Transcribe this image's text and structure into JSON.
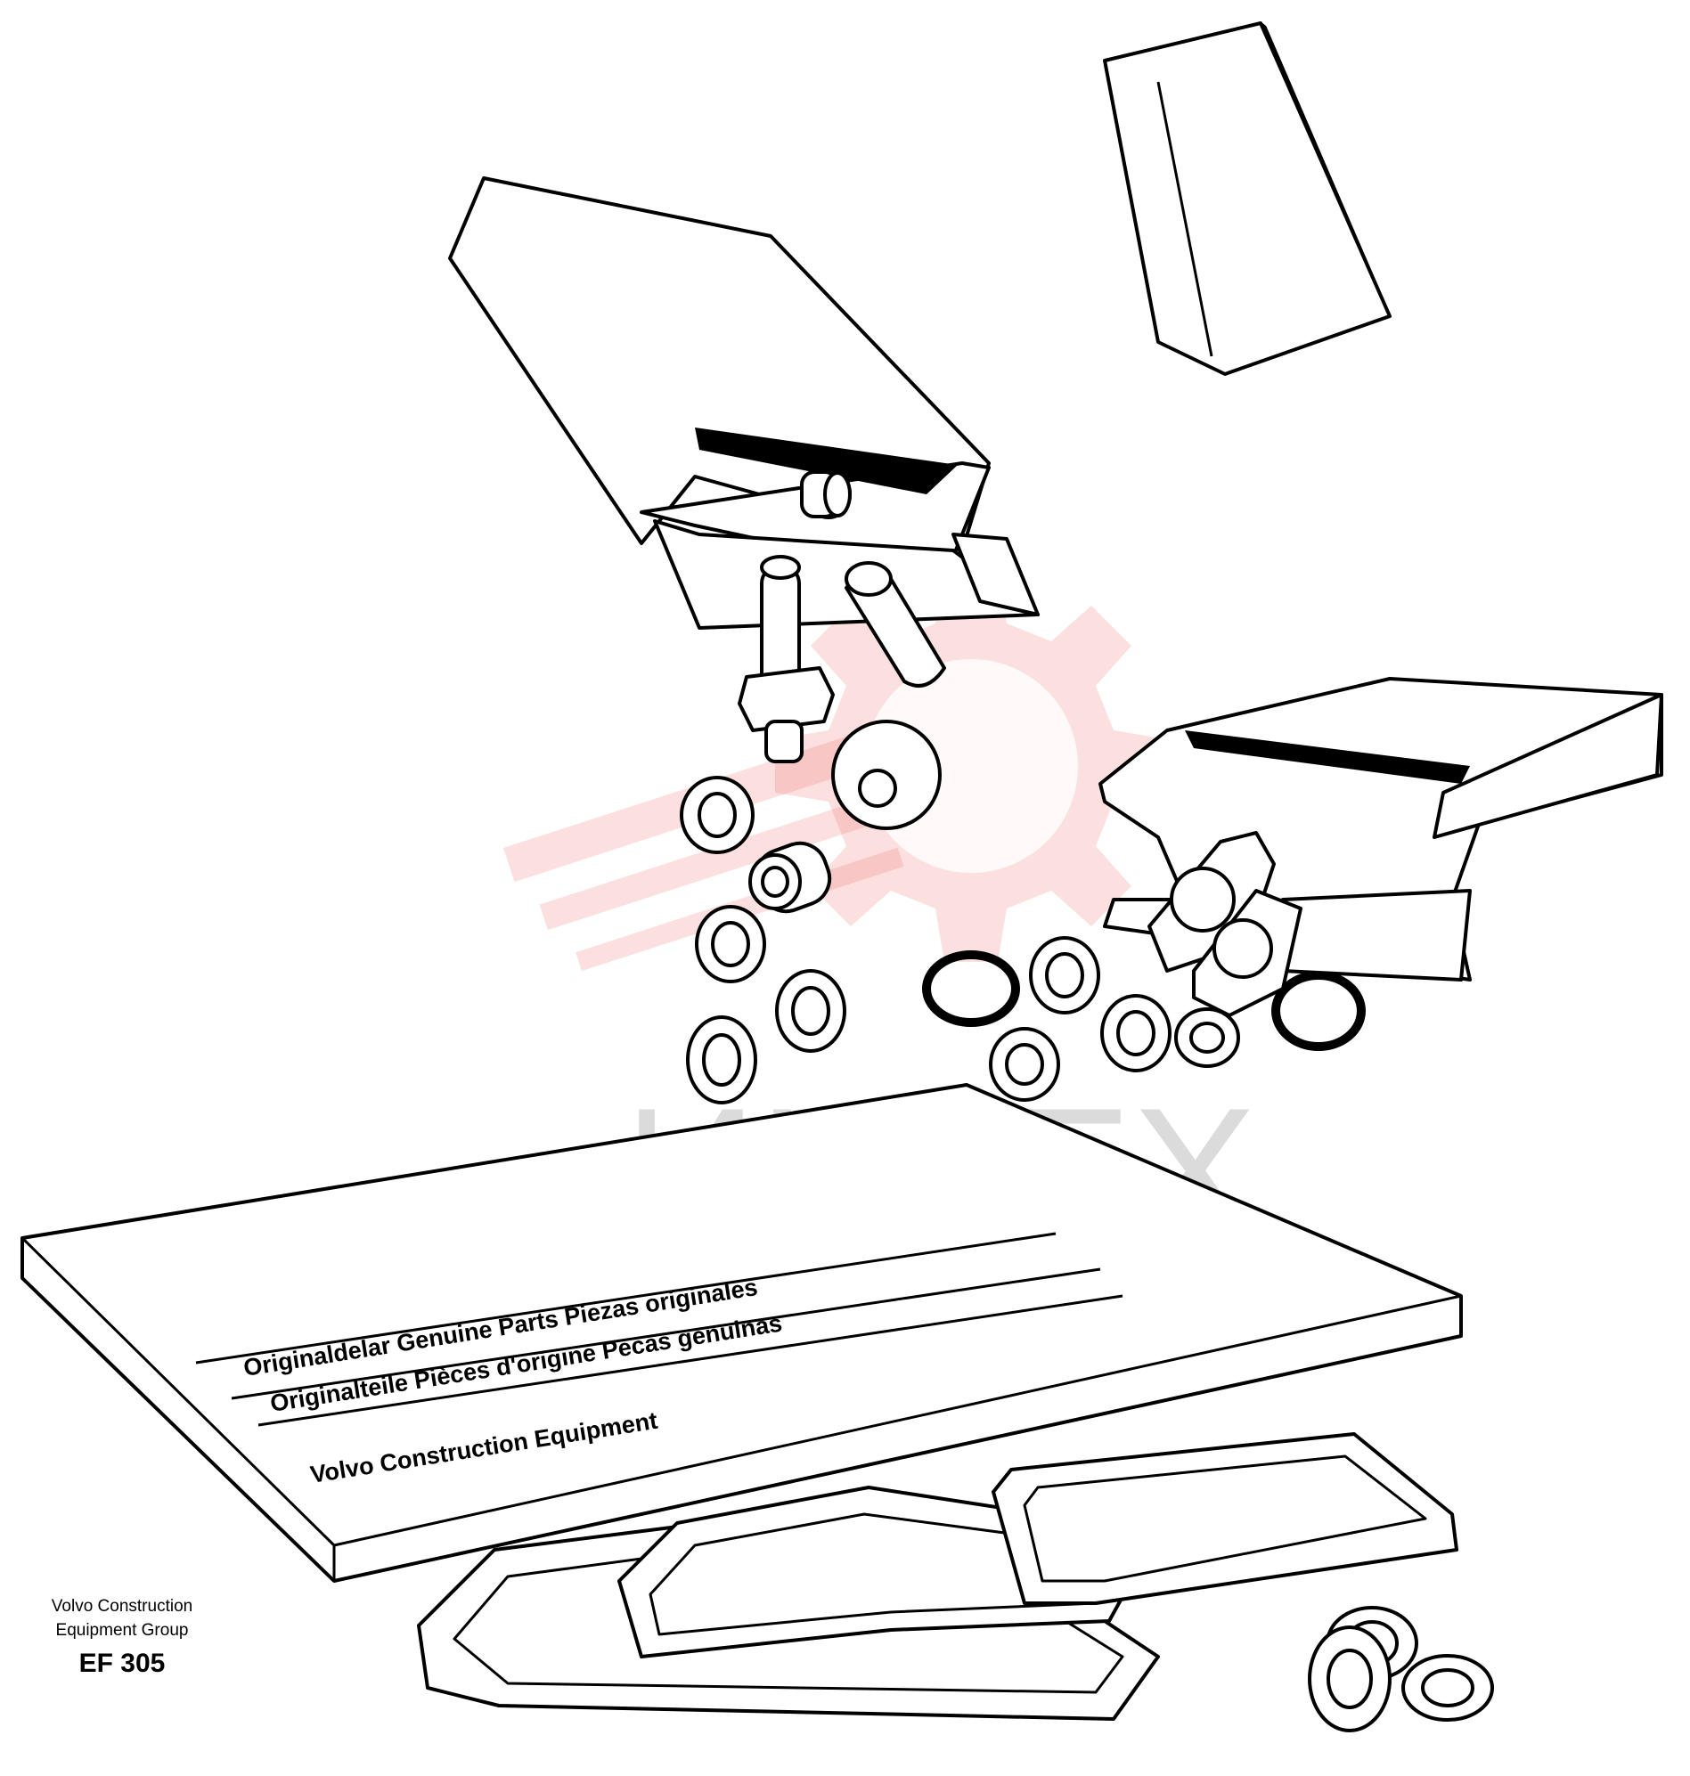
{
  "watermark": {
    "text": "ИНТЕХ",
    "color": "#f26d6d"
  },
  "book": {
    "line1": "Originaldelar Genuine Parts Piezas originales",
    "line2": "Originalteile Pièces d'origine Pecas genulnas",
    "line3": "Volvo Construction Equipment"
  },
  "caption": {
    "company_line1": "Volvo Construction",
    "company_line2": "Equipment Group",
    "figure_code": "EF 305"
  }
}
